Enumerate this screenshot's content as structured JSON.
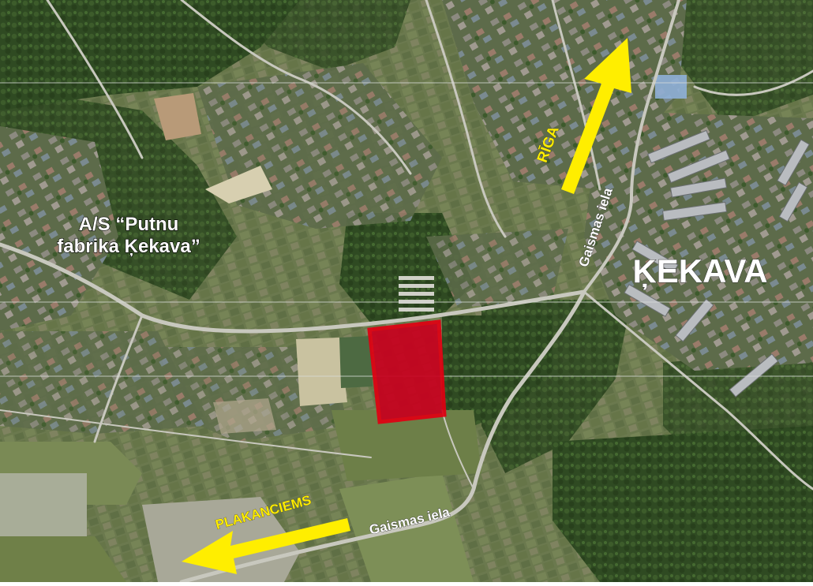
{
  "map": {
    "labels": {
      "factory_line1": "A/S “Putnu",
      "factory_line2": "fabrika Ķekava”",
      "town": "ĶEKAVA",
      "street_north": "Gaismas iela",
      "street_south": "Gaismas iela",
      "arrow_north": "RĪGA",
      "arrow_southwest": "PLAKANCIEMS"
    },
    "colors": {
      "arrow": "#ffee00",
      "highlight_fill": "#c8001e",
      "highlight_stroke": "#e00012",
      "label_text": "#ffffff"
    },
    "icons": [
      "north-direction-arrow-icon",
      "southwest-direction-arrow-icon"
    ]
  }
}
